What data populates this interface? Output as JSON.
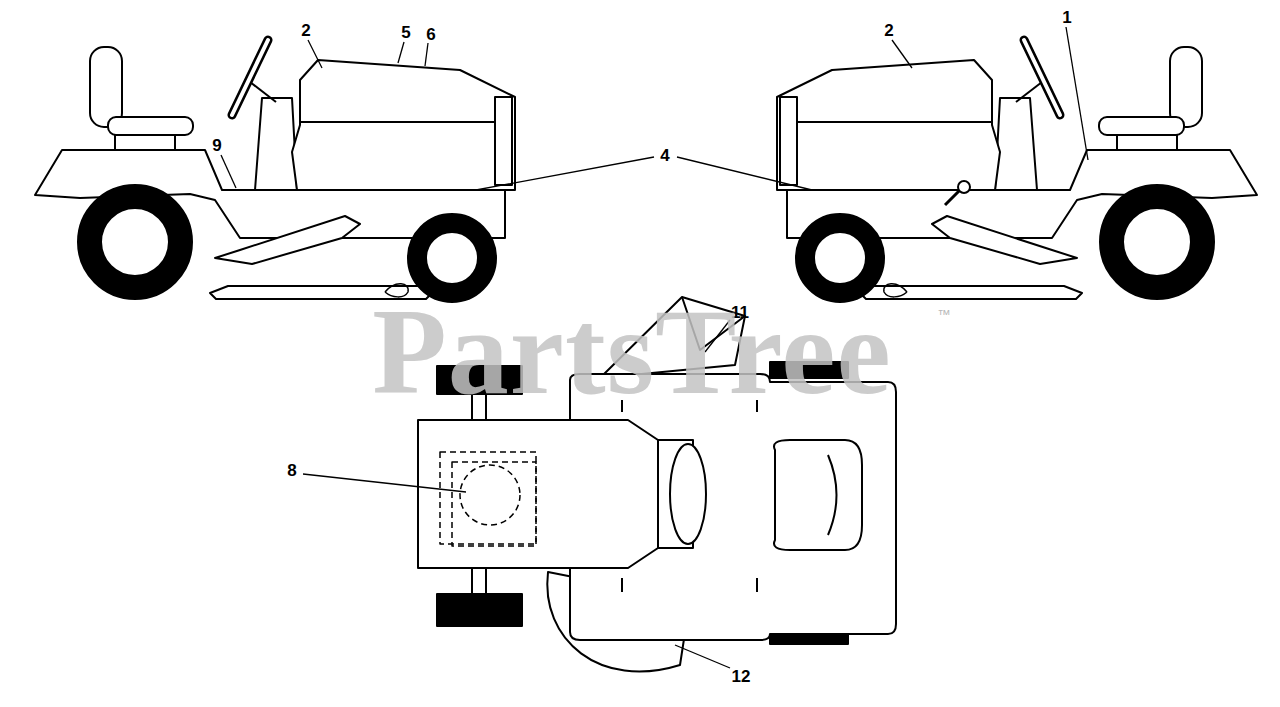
{
  "diagram": {
    "labels": [
      "2",
      "5",
      "6",
      "2",
      "1",
      "9",
      "4",
      "11",
      "8",
      "12",
      "PartsTree",
      "™"
    ]
  }
}
